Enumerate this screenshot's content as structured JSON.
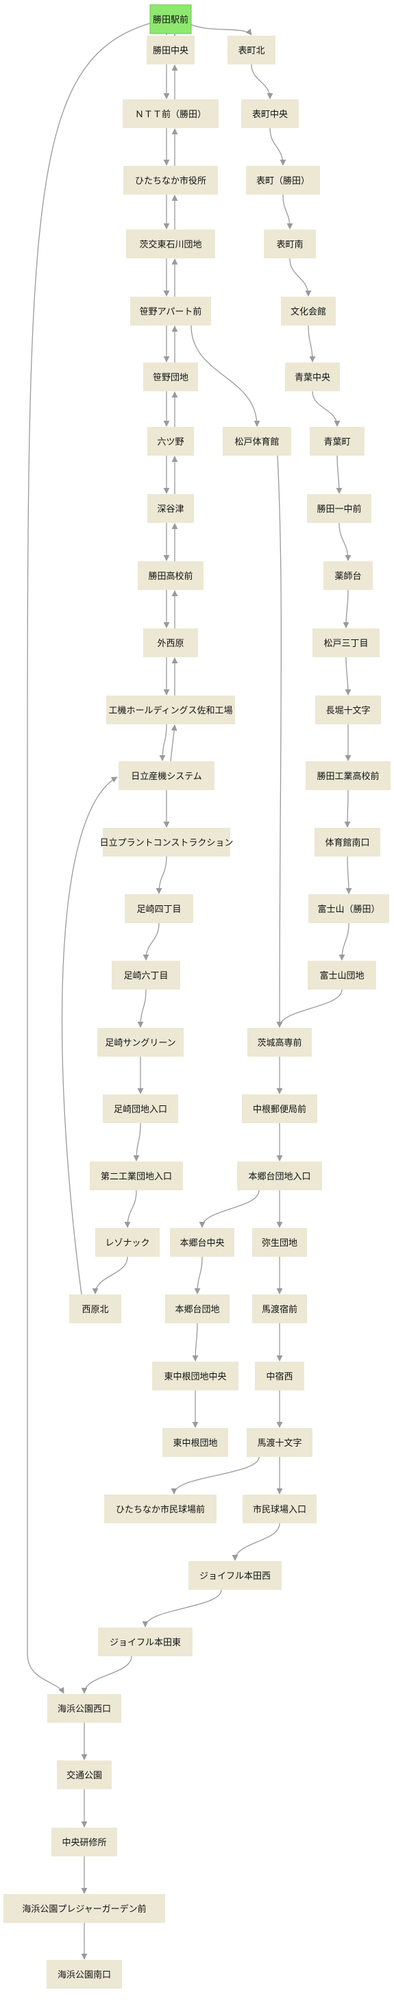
{
  "colors": {
    "node_fill": "#ece8d4",
    "start_fill": "#8ee86f",
    "edge": "#9a9a9a",
    "text": "#111111"
  },
  "nodes": [
    {
      "id": "n0",
      "label": "勝田駅前",
      "start": true
    },
    {
      "id": "n1",
      "label": "勝田中央"
    },
    {
      "id": "n2",
      "label": "ＮＴＴ前（勝田）"
    },
    {
      "id": "n3",
      "label": "ひたちなか市役所"
    },
    {
      "id": "n4",
      "label": "茨交東石川団地"
    },
    {
      "id": "n5",
      "label": "笹野アパート前"
    },
    {
      "id": "n6",
      "label": "笹野団地"
    },
    {
      "id": "n7",
      "label": "六ツ野"
    },
    {
      "id": "n8",
      "label": "深谷津"
    },
    {
      "id": "n9",
      "label": "勝田高校前"
    },
    {
      "id": "n10",
      "label": "外西原"
    },
    {
      "id": "n11",
      "label": "工機ホールディングス佐和工場"
    },
    {
      "id": "n12",
      "label": "日立産機システム"
    },
    {
      "id": "n13",
      "label": "日立プラントコンストラクション"
    },
    {
      "id": "n14",
      "label": "足崎四丁目"
    },
    {
      "id": "n15",
      "label": "足崎六丁目"
    },
    {
      "id": "n16",
      "label": "足崎サングリーン"
    },
    {
      "id": "n17",
      "label": "足崎団地入口"
    },
    {
      "id": "n18",
      "label": "第二工業団地入口"
    },
    {
      "id": "n19",
      "label": "レゾナック"
    },
    {
      "id": "n20",
      "label": "西原北"
    },
    {
      "id": "n21",
      "label": "表町北"
    },
    {
      "id": "n22",
      "label": "表町中央"
    },
    {
      "id": "n23",
      "label": "表町（勝田）"
    },
    {
      "id": "n24",
      "label": "表町南"
    },
    {
      "id": "n25",
      "label": "文化会館"
    },
    {
      "id": "n26",
      "label": "青葉中央"
    },
    {
      "id": "n27",
      "label": "青葉町"
    },
    {
      "id": "n28",
      "label": "勝田一中前"
    },
    {
      "id": "n29",
      "label": "薬師台"
    },
    {
      "id": "n30",
      "label": "松戸三丁目"
    },
    {
      "id": "n31",
      "label": "長堀十文字"
    },
    {
      "id": "n32",
      "label": "勝田工業高校前"
    },
    {
      "id": "n33",
      "label": "体育館南口"
    },
    {
      "id": "n34",
      "label": "富士山（勝田）"
    },
    {
      "id": "n35",
      "label": "富士山団地"
    },
    {
      "id": "n36",
      "label": "松戸体育館"
    },
    {
      "id": "n37",
      "label": "茨城高専前"
    },
    {
      "id": "n38",
      "label": "中根郵便局前"
    },
    {
      "id": "n39",
      "label": "本郷台団地入口"
    },
    {
      "id": "n40",
      "label": "本郷台中央"
    },
    {
      "id": "n41",
      "label": "本郷台団地"
    },
    {
      "id": "n42",
      "label": "東中根団地中央"
    },
    {
      "id": "n43",
      "label": "東中根団地"
    },
    {
      "id": "n44",
      "label": "弥生団地"
    },
    {
      "id": "n45",
      "label": "馬渡宿前"
    },
    {
      "id": "n46",
      "label": "中宿西"
    },
    {
      "id": "n47",
      "label": "馬渡十文字"
    },
    {
      "id": "n48",
      "label": "ひたちなか市民球場前"
    },
    {
      "id": "n49",
      "label": "市民球場入口"
    },
    {
      "id": "n50",
      "label": "ジョイフル本田西"
    },
    {
      "id": "n51",
      "label": "ジョイフル本田東"
    },
    {
      "id": "n52",
      "label": "海浜公園西口"
    },
    {
      "id": "n53",
      "label": "交通公園"
    },
    {
      "id": "n54",
      "label": "中央研修所"
    },
    {
      "id": "n55",
      "label": "海浜公園プレジャーガーデン前"
    },
    {
      "id": "n56",
      "label": "海浜公園南口"
    }
  ]
}
